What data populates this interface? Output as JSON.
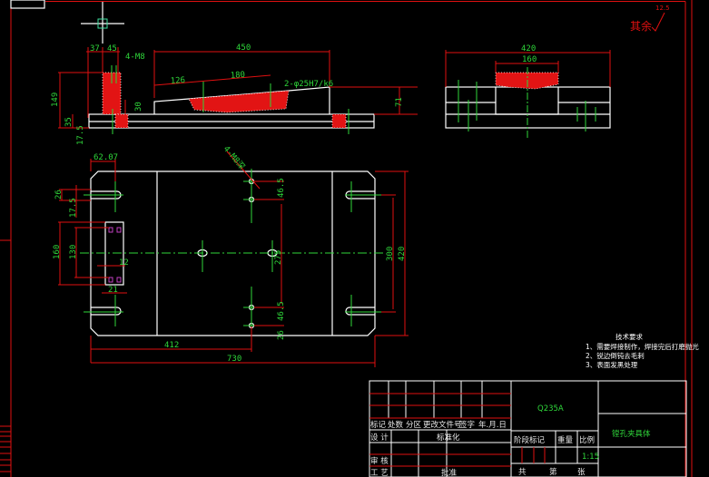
{
  "colors": {
    "background": "#000000",
    "outline": "#ffffff",
    "dimension": "#e01010",
    "text": "#2fd63a",
    "hatch": "#e21414"
  },
  "roughness": {
    "symbol": "其余",
    "value": "12.5"
  },
  "front_view": {
    "dims": [
      "37",
      "45",
      "4-M8",
      "450",
      "126",
      "180",
      "2-φ25H7/k6",
      "30",
      "149",
      "35",
      "17.5"
    ]
  },
  "side_view": {
    "dims": [
      "420",
      "160"
    ]
  },
  "plan_view": {
    "dims": [
      "62.07",
      "26",
      "17.5",
      "160",
      "130",
      "12",
      "21",
      "412",
      "730",
      "46.5",
      "46.5",
      "26",
      "275",
      "300",
      "420",
      "4-M8深"
    ]
  },
  "technical_requirements": {
    "title": "技术要求",
    "items": [
      "1、需要焊接制作，焊接完后打磨抛光",
      "2、锐边倒钝去毛刺",
      "3、表面发黑处理"
    ]
  },
  "title_block": {
    "material": "Q235A",
    "part_name": "镗孔夹具体",
    "header_row": [
      "标记",
      "处数",
      "分区",
      "更改文件号",
      "签字",
      "年.月.日"
    ],
    "design": "设 计",
    "standardization": "标准化",
    "review": "审 核",
    "process": "工 艺",
    "approve": "批准",
    "stage_mark": "阶段标记",
    "weight": "重量",
    "scale_label": "比例",
    "scale_value": "1:15",
    "sheets_total": "共",
    "sheets_no": "第",
    "sheets_unit": "张"
  }
}
